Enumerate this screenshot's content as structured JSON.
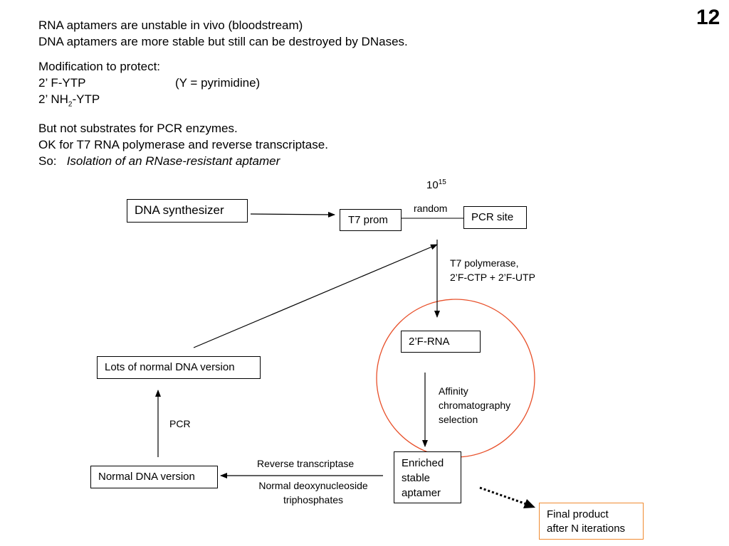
{
  "slide_number": "12",
  "intro": {
    "line1": "RNA aptamers are unstable in vivo (bloodstream)",
    "line2": "DNA aptamers are more stable but still can be destroyed by DNases.",
    "line3": "Modification to protect:",
    "mod1_left": "2’ F-YTP",
    "mod1_right": "(Y = pyrimidine)",
    "mod2_prefix": "2’ NH",
    "mod2_sub": "2",
    "mod2_suffix": "-YTP",
    "line4": "But not substrates for PCR enzymes.",
    "line5": "OK for T7 RNA polymerase and reverse transcriptase.",
    "so_label": "So:",
    "so_italic": "Isolation of an RNase-resistant aptamer"
  },
  "diagram": {
    "library_base": "10",
    "library_exp": "15",
    "random_label": "random",
    "dna_synthesizer": "DNA synthesizer",
    "t7_prom": "T7 prom",
    "pcr_site": "PCR site",
    "t7_step_line1": "T7 polymerase,",
    "t7_step_line2": "2’F-CTP + 2’F-UTP",
    "rna_box": "2’F-RNA",
    "affinity_line1": "Affinity",
    "affinity_line2": "chromatography",
    "affinity_line3": "selection",
    "enriched_line1": "Enriched",
    "enriched_line2": "stable",
    "enriched_line3": "aptamer",
    "rt_label": "Reverse transcriptase",
    "dntp_line1": "Normal deoxynucleoside",
    "dntp_line2": "triphosphates",
    "normal_dna": "Normal DNA version",
    "pcr_label": "PCR",
    "lots_dna": "Lots of normal DNA version",
    "final_line1": "Final product",
    "final_line2": "after N iterations"
  },
  "colors": {
    "selection_circle": "#e8502a",
    "final_box_border": "#f08a30"
  }
}
